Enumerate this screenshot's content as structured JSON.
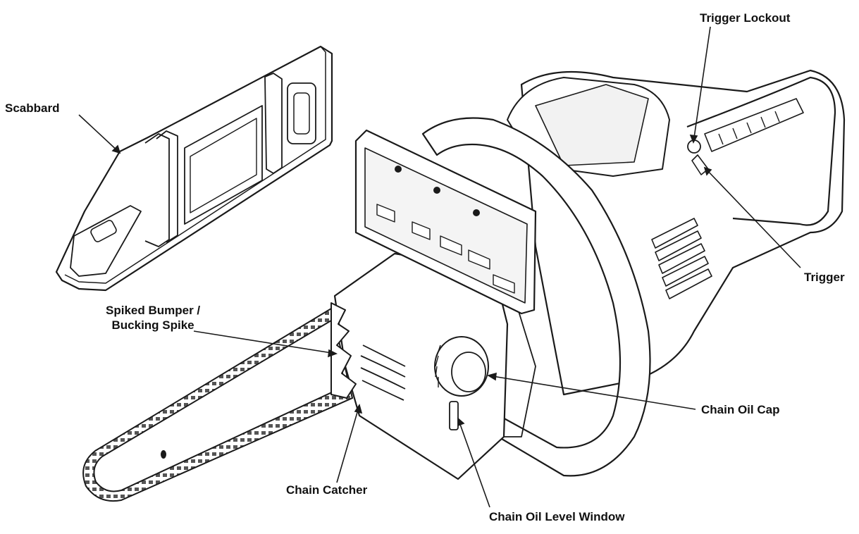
{
  "diagram": {
    "labels": {
      "scabbard": "Scabbard",
      "trigger_lockout": "Trigger Lockout",
      "trigger": "Trigger",
      "spiked_bumper_line1": "Spiked Bumper /",
      "spiked_bumper_line2": "Bucking Spike",
      "chain_oil_cap": "Chain Oil Cap",
      "chain_catcher": "Chain Catcher",
      "chain_oil_level_window": "Chain Oil Level Window"
    },
    "colors": {
      "stroke": "#1a1a1a",
      "fill": "#ffffff",
      "shade": "#d9d9d9"
    }
  }
}
